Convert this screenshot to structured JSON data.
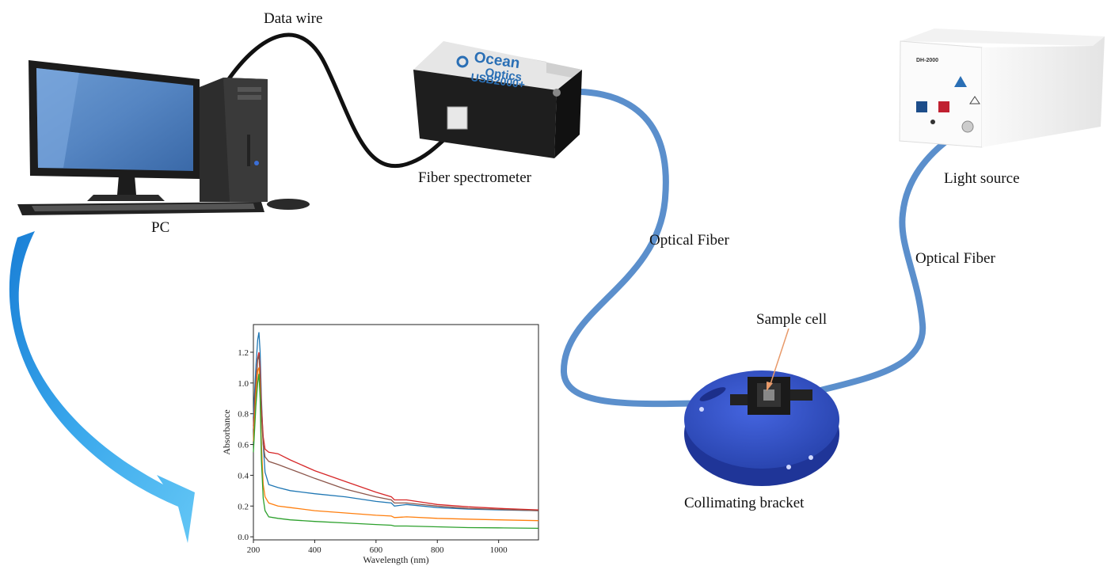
{
  "labels": {
    "data_wire": "Data wire",
    "fiber_spectrometer": "Fiber spectrometer",
    "pc": "PC",
    "optical_fiber_1": "Optical Fiber",
    "optical_fiber_2": "Optical Fiber",
    "light_source": "Light source",
    "sample_cell": "Sample cell",
    "collimating_bracket": "Collimating bracket"
  },
  "spectrometer": {
    "brand_line1": "Ocean",
    "brand_line2": "Optics",
    "model": "USB2000+"
  },
  "light_source_device": {
    "model": "DH-2000"
  },
  "colors": {
    "fiber": "#5b8fcc",
    "data_wire": "#111111",
    "bracket": "#2f4fc9",
    "arrow": "#2a9be0"
  },
  "chart_data": {
    "type": "line",
    "xlabel": "Wavelength (nm)",
    "ylabel": "Absorbance",
    "xlim": [
      200,
      1130
    ],
    "ylim": [
      -0.02,
      1.38
    ],
    "xticks": [
      200,
      400,
      600,
      800,
      1000
    ],
    "yticks": [
      0.0,
      0.2,
      0.4,
      0.6,
      0.8,
      1.0,
      1.2
    ],
    "series": [
      {
        "color": "#1f77b4",
        "x": [
          200,
          208,
          214,
          218,
          222,
          226,
          232,
          238,
          250,
          280,
          320,
          400,
          500,
          600,
          650,
          660,
          700,
          800,
          900,
          1000,
          1130
        ],
        "y": [
          0.78,
          1.1,
          1.28,
          1.33,
          1.2,
          0.9,
          0.6,
          0.42,
          0.34,
          0.32,
          0.3,
          0.28,
          0.26,
          0.23,
          0.22,
          0.2,
          0.21,
          0.19,
          0.18,
          0.175,
          0.17
        ]
      },
      {
        "color": "#d62728",
        "x": [
          200,
          208,
          214,
          218,
          222,
          226,
          232,
          238,
          250,
          280,
          320,
          400,
          500,
          600,
          650,
          660,
          700,
          800,
          900,
          1000,
          1130
        ],
        "y": [
          0.72,
          1.0,
          1.16,
          1.2,
          1.1,
          0.85,
          0.65,
          0.57,
          0.55,
          0.54,
          0.5,
          0.43,
          0.36,
          0.29,
          0.26,
          0.24,
          0.24,
          0.21,
          0.195,
          0.185,
          0.175
        ]
      },
      {
        "color": "#8c564b",
        "x": [
          200,
          208,
          214,
          218,
          222,
          226,
          232,
          238,
          250,
          280,
          320,
          400,
          500,
          600,
          650,
          660,
          700,
          800,
          900,
          1000,
          1130
        ],
        "y": [
          0.7,
          0.98,
          1.15,
          1.18,
          1.05,
          0.8,
          0.6,
          0.52,
          0.49,
          0.47,
          0.44,
          0.38,
          0.31,
          0.26,
          0.24,
          0.22,
          0.22,
          0.2,
          0.185,
          0.178,
          0.17
        ]
      },
      {
        "color": "#ff7f0e",
        "x": [
          200,
          208,
          214,
          218,
          222,
          226,
          232,
          238,
          250,
          280,
          320,
          400,
          500,
          600,
          650,
          660,
          700,
          800,
          900,
          1000,
          1130
        ],
        "y": [
          0.62,
          0.92,
          1.08,
          1.1,
          0.95,
          0.6,
          0.34,
          0.26,
          0.22,
          0.2,
          0.19,
          0.17,
          0.155,
          0.14,
          0.135,
          0.125,
          0.13,
          0.12,
          0.115,
          0.11,
          0.105
        ]
      },
      {
        "color": "#2ca02c",
        "x": [
          200,
          208,
          214,
          218,
          222,
          226,
          232,
          238,
          250,
          280,
          320,
          400,
          500,
          600,
          650,
          660,
          700,
          800,
          900,
          1000,
          1130
        ],
        "y": [
          0.55,
          0.85,
          1.0,
          1.06,
          0.9,
          0.5,
          0.25,
          0.17,
          0.13,
          0.12,
          0.11,
          0.1,
          0.09,
          0.08,
          0.075,
          0.07,
          0.07,
          0.065,
          0.06,
          0.058,
          0.055
        ]
      }
    ]
  }
}
